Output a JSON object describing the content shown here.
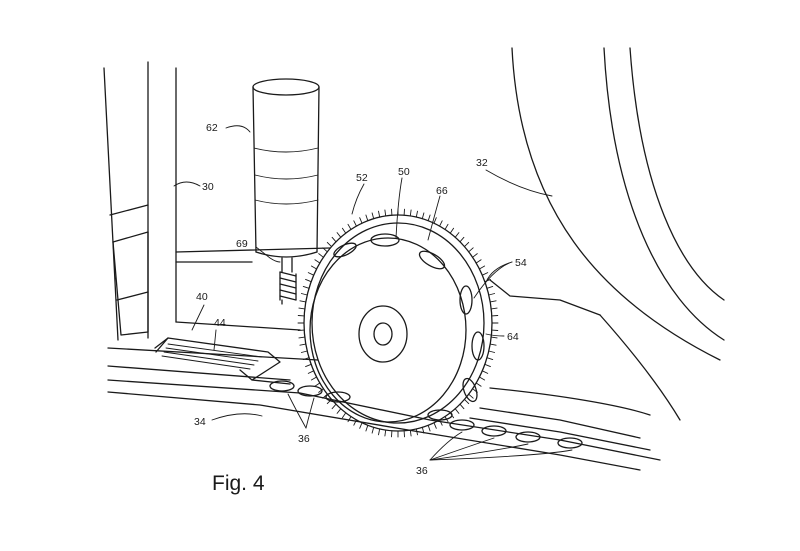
{
  "figure": {
    "caption": "Fig. 4",
    "labels": {
      "r30": "30",
      "r32": "32",
      "r34": "34",
      "r36a": "36",
      "r36b": "36",
      "r40": "40",
      "r44": "44",
      "r50": "50",
      "r52": "52",
      "r54": "54",
      "r62": "62",
      "r64": "64",
      "r66": "66",
      "r69": "69"
    }
  }
}
